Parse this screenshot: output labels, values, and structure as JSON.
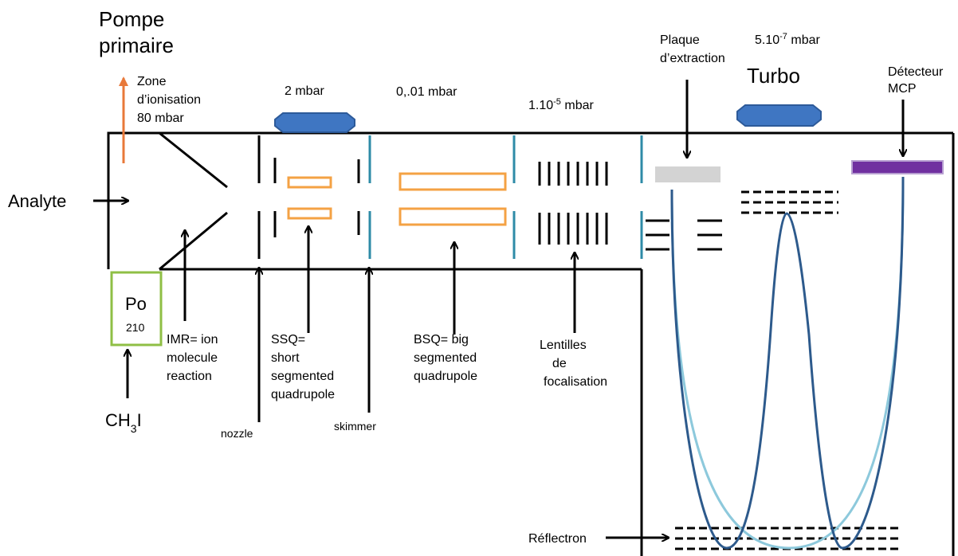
{
  "labels": {
    "pompe_line1": "Pompe",
    "pompe_line2": "primaire",
    "zone_line1": "Zone",
    "zone_line2": "d’ionisation",
    "zone_line3": "80 mbar",
    "p1": "2 mbar",
    "p2": "0,.01 mbar",
    "p3_base": "1.10",
    "p3_exp": "-5",
    "p3_unit": " mbar",
    "plaque_line1": "Plaque",
    "plaque_line2": "d’extraction",
    "p4_base": "5.10",
    "p4_exp": "-7",
    "p4_unit": " mbar",
    "turbo": "Turbo",
    "detecteur_line1": "Détecteur",
    "detecteur_line2": "MCP",
    "analyte": "Analyte",
    "po": "Po",
    "po_mass": "210",
    "imr_line1": "IMR= ion",
    "imr_line2": "molecule",
    "imr_line3": "reaction",
    "ssq_line1": "SSQ=",
    "ssq_line2": "short",
    "ssq_line3": "segmented",
    "ssq_line4": "quadrupole",
    "bsq_line1": "BSQ= big",
    "bsq_line2": "segmented",
    "bsq_line3": "quadrupole",
    "lentilles_line1": "Lentilles",
    "lentilles_line2": "de",
    "lentilles_line3": "focalisation",
    "ch3i_a": "CH",
    "ch3i_sub": "3",
    "ch3i_b": "I",
    "nozzle": "nozzle",
    "skimmer": "skimmer",
    "reflectron": "Réflectron"
  },
  "colors": {
    "pump": "#3f76c2",
    "pump_stroke": "#2d5a99",
    "quadrupole": "#f4a244",
    "teal_electrode": "#2e8ba7",
    "orange_arrow": "#e8793a",
    "source_box": "#8fbf45",
    "plate": "#d3d3d3",
    "detector": "#7030a0",
    "trajectory_dark": "#2d5a8c",
    "trajectory_light": "#8dc9dc"
  },
  "icons": [
    "pump-icon",
    "arrow-icon",
    "polonium-source-icon",
    "mcp-detector-icon"
  ]
}
